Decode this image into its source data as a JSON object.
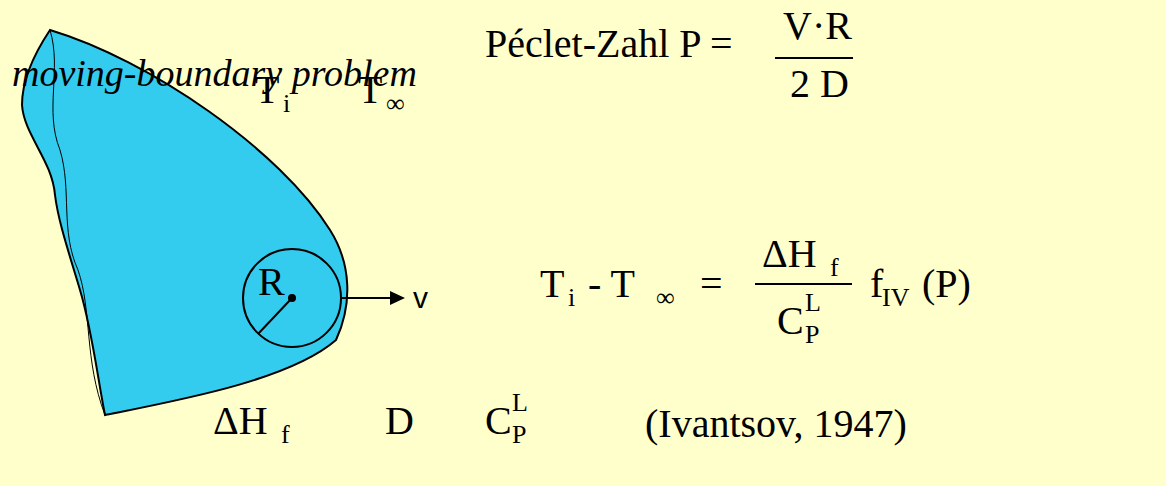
{
  "diagram": {
    "nodes": [
      {
        "text": [
          "R"
        ]
      }
    ],
    "labels": [
      "moving-boundary problem",
      "T",
      "i",
      "T",
      "∞",
      "ΔH",
      "f",
      "D",
      "C",
      "P",
      "L",
      "v",
      "Péclet-Zahl  P =",
      "V·R",
      "2 D",
      "T",
      "i",
      "- T",
      "∞",
      "=",
      "ΔH",
      "f",
      "C",
      "P",
      "L",
      "f",
      "IV",
      "(P)",
      "(Ivantsov, 1947)"
    ]
  }
}
